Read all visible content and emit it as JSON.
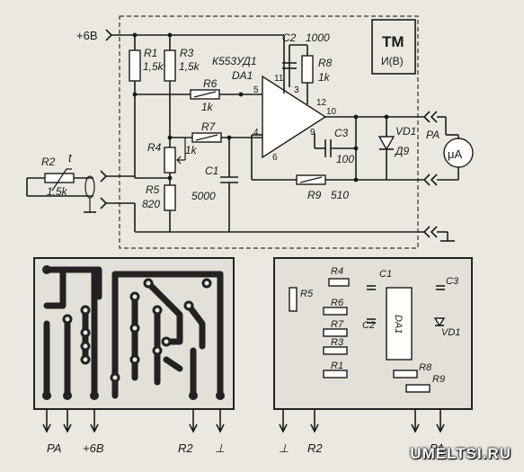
{
  "schematic": {
    "supply_label": "+6В",
    "tm_label": "ТМ",
    "tm_sublabel": "И(В)",
    "ic_type": "К553УД1",
    "ic_ref": "DA1",
    "components": {
      "r1": {
        "ref": "R1",
        "value": "1,5k"
      },
      "r2": {
        "ref": "R2",
        "value": "1,5k",
        "extra": "t"
      },
      "r3": {
        "ref": "R3",
        "value": "1,5k"
      },
      "r4": {
        "ref": "R4"
      },
      "r5": {
        "ref": "R5",
        "value": "820"
      },
      "r6": {
        "ref": "R6",
        "value": "1k"
      },
      "r7": {
        "ref": "R7",
        "value": "1k"
      },
      "r8": {
        "ref": "R8",
        "value": "1k"
      },
      "r9": {
        "ref": "R9",
        "value": "510"
      },
      "c1": {
        "ref": "C1",
        "value": "5000"
      },
      "c2": {
        "ref": "C2",
        "value": "1000"
      },
      "c3": {
        "ref": "C3",
        "value": "100"
      },
      "vd1": {
        "ref": "VD1",
        "value": "Д9"
      },
      "pa": {
        "ref": "PA",
        "symbol": "μA"
      }
    },
    "pins": [
      "5",
      "4",
      "11",
      "3",
      "12",
      "10",
      "9",
      "6"
    ]
  },
  "pcb_left": {
    "bottom_labels": [
      "PA",
      "+6В",
      "R2",
      "⊥"
    ]
  },
  "pcb_right": {
    "parts": [
      "R4",
      "C1",
      "R5",
      "R6",
      "R7",
      "C2",
      "DA1",
      "R3",
      "R1",
      "R8",
      "R9",
      "C3",
      "VD1"
    ],
    "bottom_labels": [
      "⊥",
      "R2",
      "PA"
    ]
  },
  "watermark": "UMELTSI.RU",
  "colors": {
    "ink": "#1a1a1a",
    "paper": "#ebe8e1"
  }
}
